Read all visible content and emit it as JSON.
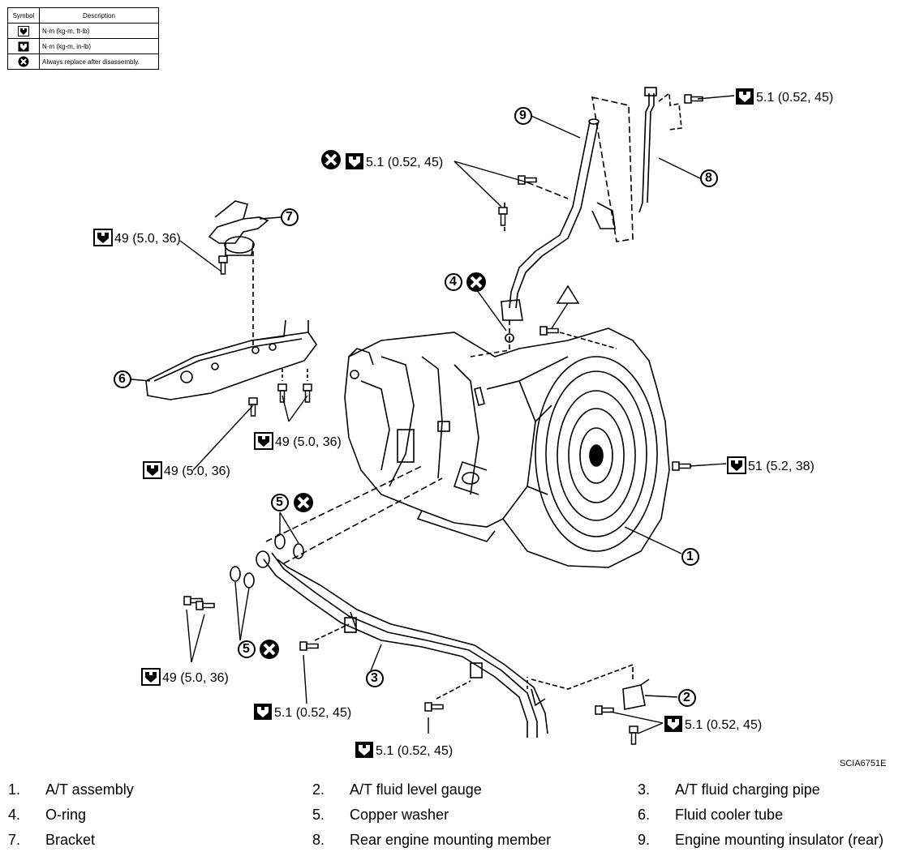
{
  "legend": {
    "headers": [
      "Symbol",
      "Description"
    ],
    "rows": [
      {
        "icon": "torque-ftlb-icon",
        "description": "N·m (kg-m, ft-lb)"
      },
      {
        "icon": "torque-inlb-icon",
        "description": "N·m (kg-m, in-lb)"
      },
      {
        "icon": "replace-icon",
        "description": "Always replace after disassembly."
      }
    ]
  },
  "callouts": [
    "1",
    "2",
    "3",
    "4",
    "5",
    "5",
    "6",
    "7",
    "8",
    "9"
  ],
  "torques": [
    "5.1 (0.52, 45)",
    "5.1 (0.52, 45)",
    "49 (5.0, 36)",
    "49 (5.0, 36)",
    "49 (5.0, 36)",
    "51 (5.2, 38)",
    "49 (5.0, 36)",
    "5.1 (0.52, 45)",
    "5.1 (0.52, 45)",
    "5.1 (0.52, 45)"
  ],
  "diagram_code": "SCIA6751E",
  "parts": [
    {
      "num": "1.",
      "name": "A/T assembly"
    },
    {
      "num": "2.",
      "name": "A/T fluid level gauge"
    },
    {
      "num": "3.",
      "name": "A/T fluid charging pipe"
    },
    {
      "num": "4.",
      "name": "O-ring"
    },
    {
      "num": "5.",
      "name": "Copper washer"
    },
    {
      "num": "6.",
      "name": "Fluid cooler tube"
    },
    {
      "num": "7.",
      "name": "Bracket"
    },
    {
      "num": "8.",
      "name": "Rear engine mounting member"
    },
    {
      "num": "9.",
      "name": "Engine mounting insulator (rear)"
    }
  ]
}
